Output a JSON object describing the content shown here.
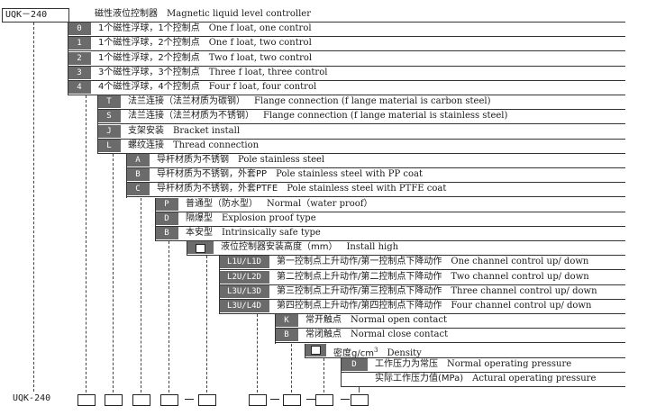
{
  "model": "UQK－240",
  "header": {
    "cn": "磁性液位控制器",
    "en": "Magnetic liquid level controller"
  },
  "groups": [
    {
      "rows": [
        {
          "code": "0",
          "cn": "1个磁性浮球，1个控制点",
          "en": "One f loat, one control"
        },
        {
          "code": "1",
          "cn": "1个磁性浮球，2个控制点",
          "en": "One f loat, two control"
        },
        {
          "code": "2",
          "cn": "1个磁性浮球，2个控制点",
          "en": "Two f loat, two control"
        },
        {
          "code": "3",
          "cn": "3个磁性浮球，3个控制点",
          "en": "Three f loat, three control"
        },
        {
          "code": "4",
          "cn": "4个磁性浮球，4个控制点",
          "en": "Four f loat, four control"
        }
      ]
    },
    {
      "rows": [
        {
          "code": "T",
          "cn": "法兰连接（法兰材质为碳钢）",
          "en": "Flange connection (f lange material is carbon steel)"
        },
        {
          "code": "S",
          "cn": "法兰连接（法兰材质为不锈钢）",
          "en": "Flange connection (f lange material is stainless steel)"
        },
        {
          "code": "J",
          "cn": "支架安装",
          "en": "Bracket install"
        },
        {
          "code": "L",
          "cn": "螺纹连接",
          "en": "Thread connection"
        }
      ]
    },
    {
      "rows": [
        {
          "code": "A",
          "cn": "导杆材质为不锈钢",
          "en": "Pole stainless steel"
        },
        {
          "code": "B",
          "cn": "导杆材质为不锈钢，外套PP",
          "en": "Pole stainless steel with PP coat"
        },
        {
          "code": "C",
          "cn": "导杆材质为不锈钢，外套PTFE",
          "en": "Pole stainless steel with PTFE coat"
        }
      ]
    },
    {
      "rows": [
        {
          "code": "P",
          "cn": "普通型（防水型）",
          "en": "Normal（water proof）"
        },
        {
          "code": "D",
          "cn": "隔爆型",
          "en": "Explosion proof type"
        },
        {
          "code": "B",
          "cn": "本安型",
          "en": "Intrinsically safe type"
        }
      ]
    },
    {
      "rows": [
        {
          "code": "box",
          "cn": "液位控制器安装高度（mm）",
          "en": "Install high"
        }
      ]
    },
    {
      "rows": [
        {
          "code": "L1U/L1D",
          "cn": "第一控制点上升动作/第一控制点下降动作",
          "en": "One channel control up/ down"
        },
        {
          "code": "L2U/L2D",
          "cn": "第二控制点上升动作/第二控制点下降动作",
          "en": "Two  channel control up/ down"
        },
        {
          "code": "L3U/L3D",
          "cn": "第三控制点上升动作/第三控制点下降动作",
          "en": "Three  channel control up/ down"
        },
        {
          "code": "L3U/L4D",
          "cn": "第四控制点上升动作/第四控制点下降动作",
          "en": "Four channel control up/ down"
        }
      ]
    },
    {
      "rows": [
        {
          "code": "K",
          "cn": "常开触点",
          "en": "Normal open contact"
        },
        {
          "code": "B",
          "cn": "常闭触点",
          "en": "Normal close contact"
        }
      ]
    },
    {
      "rows": [
        {
          "code": "box",
          "cn": "密度g/cm",
          "sup": "3",
          "en": "Density"
        }
      ]
    },
    {
      "rows": [
        {
          "code": "D",
          "cn": "工作压力为常压",
          "en": "Normal operating pressure"
        },
        {
          "code": "",
          "cn": "实际工作压力值(MPa)",
          "en": "Actural operating pressure"
        }
      ]
    }
  ]
}
